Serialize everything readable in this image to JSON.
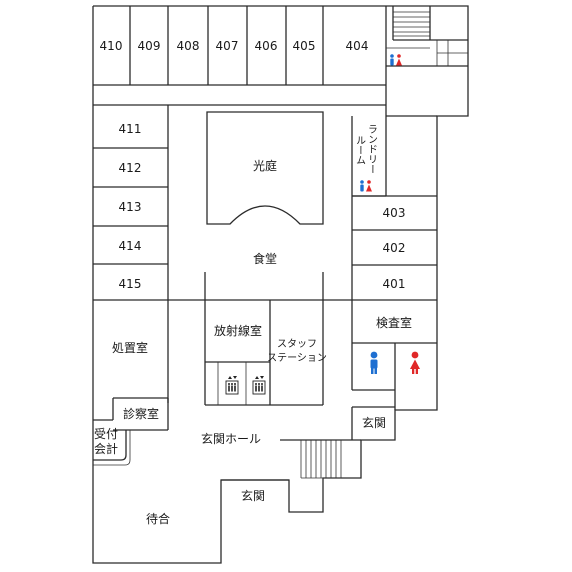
{
  "rooms": {
    "r410": "410",
    "r409": "409",
    "r408": "408",
    "r407": "407",
    "r406": "406",
    "r405": "405",
    "r404": "404",
    "r411": "411",
    "r412": "412",
    "r413": "413",
    "r414": "414",
    "r415": "415",
    "r403": "403",
    "r402": "402",
    "r401": "401",
    "courtyard": "光庭",
    "dining": "食堂",
    "radiology": "放射線室",
    "staff_line1": "スタッフ",
    "staff_line2": "ステーション",
    "treatment": "処置室",
    "inspection": "検査室",
    "exam": "診察室",
    "reception_line1": "受付",
    "reception_line2": "会計",
    "entrance_hall": "玄関ホール",
    "entrance_upper": "玄関",
    "entrance_lower": "玄関",
    "waiting": "待合",
    "laundry_line1": "ランドリー",
    "laundry_line2": "ルーム"
  },
  "colors": {
    "male": "#1e6fd1",
    "female": "#e02828",
    "wall": "#2b2b2b"
  },
  "icons": {
    "elevator": "elevator-icon",
    "restroom": "restroom-icon",
    "stairs": "stairs-icon"
  }
}
